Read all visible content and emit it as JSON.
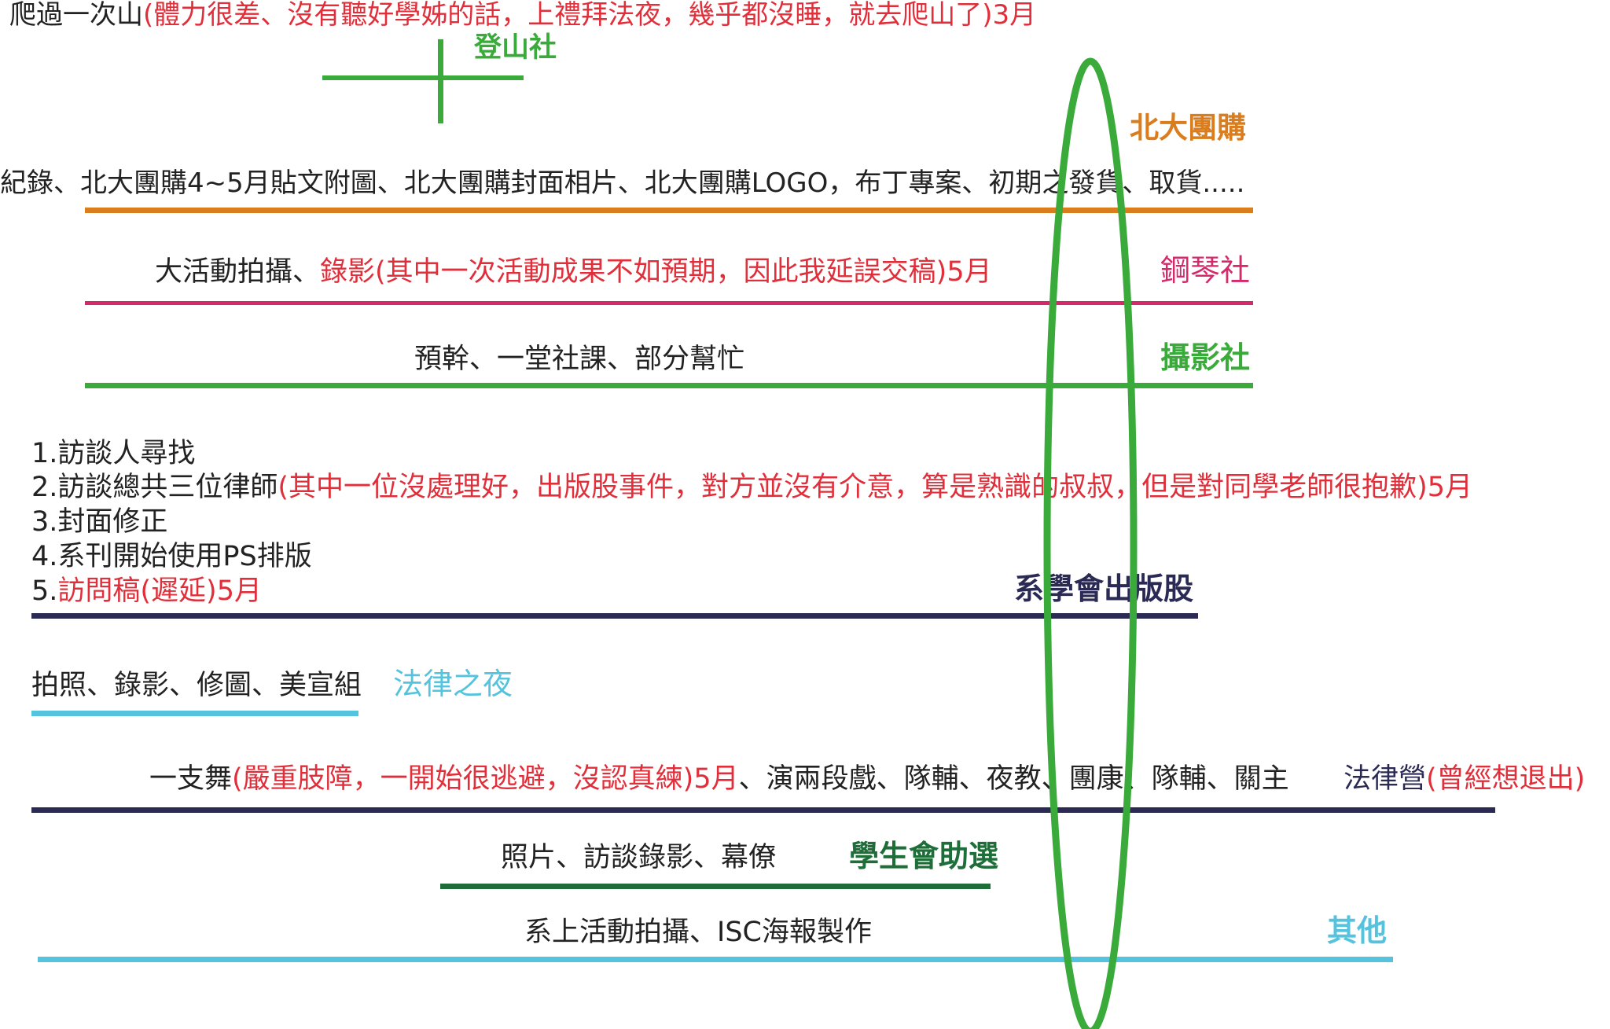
{
  "colors": {
    "text": "#222222",
    "note": "#e02f3a",
    "hiking": "#3aaa3a",
    "group_buy": "#d97d1e",
    "piano": "#d4296a",
    "photo_club": "#3aaa3a",
    "publication": "#2a2a55",
    "law_night": "#55c3de",
    "law_camp": "#2a2a55",
    "student_union": "#1f6e3a",
    "other": "#55c3de",
    "ellipse": "#3aaa3a"
  },
  "rows": [
    {
      "id": "hiking",
      "label": "登山社",
      "lines": [
        {
          "segments": [
            {
              "text": "爬過一次山",
              "note": false
            },
            {
              "text": "(體力很差、沒有聽好學姊的話，上禮拜法夜，幾乎都沒睡，就去爬山了)3月",
              "note": true
            }
          ]
        }
      ]
    },
    {
      "id": "group_buy",
      "label": "北大團購",
      "lines": [
        {
          "segments": [
            {
              "text": "紀錄、北大團購4~5月貼文附圖、北大團購封面相片、北大團購LOGO，布丁專案、初期之發貨、取貨.....",
              "note": false
            }
          ]
        }
      ]
    },
    {
      "id": "piano",
      "label": "鋼琴社",
      "lines": [
        {
          "segments": [
            {
              "text": "大活動拍攝、",
              "note": false
            },
            {
              "text": "錄影(其中一次活動成果不如預期，因此我延誤交稿)5月",
              "note": true
            }
          ]
        }
      ]
    },
    {
      "id": "photo_club",
      "label": "攝影社",
      "lines": [
        {
          "segments": [
            {
              "text": "預幹、一堂社課、部分幫忙",
              "note": false
            }
          ]
        }
      ]
    },
    {
      "id": "publication",
      "label": "系學會出版股",
      "lines": [
        {
          "segments": [
            {
              "text": "1.訪談人尋找",
              "note": false
            }
          ]
        },
        {
          "segments": [
            {
              "text": "2.訪談總共三位律師",
              "note": false
            },
            {
              "text": "(其中一位沒處理好，出版股事件，對方並沒有介意，算是熟識的叔叔，但是對同學老師很抱歉)5月",
              "note": true
            }
          ]
        },
        {
          "segments": [
            {
              "text": "3.封面修正",
              "note": false
            }
          ]
        },
        {
          "segments": [
            {
              "text": "4.系刊開始使用PS排版",
              "note": false
            }
          ]
        },
        {
          "segments": [
            {
              "text": "5.",
              "note": false
            },
            {
              "text": "訪問稿(遲延)5月",
              "note": true
            }
          ]
        }
      ]
    },
    {
      "id": "law_night",
      "label": "法律之夜",
      "lines": [
        {
          "segments": [
            {
              "text": "拍照、錄影、修圖、美宣組",
              "note": false
            }
          ]
        }
      ]
    },
    {
      "id": "law_camp",
      "label": "法律營",
      "label_note": "(曾經想退出)",
      "lines": [
        {
          "segments": [
            {
              "text": "一支舞",
              "note": false
            },
            {
              "text": "(嚴重肢障，一開始很逃避，沒認真練)5月",
              "note": true
            },
            {
              "text": "、演兩段戲、隊輔、夜教、團康、隊輔、關主",
              "note": false
            }
          ]
        }
      ]
    },
    {
      "id": "student_union",
      "label": "學生會助選",
      "lines": [
        {
          "segments": [
            {
              "text": "照片、訪談錄影、幕僚",
              "note": false
            }
          ]
        }
      ]
    },
    {
      "id": "other",
      "label": "其他",
      "lines": [
        {
          "segments": [
            {
              "text": "系上活動拍攝、ISC海報製作",
              "note": false
            }
          ]
        }
      ]
    }
  ]
}
